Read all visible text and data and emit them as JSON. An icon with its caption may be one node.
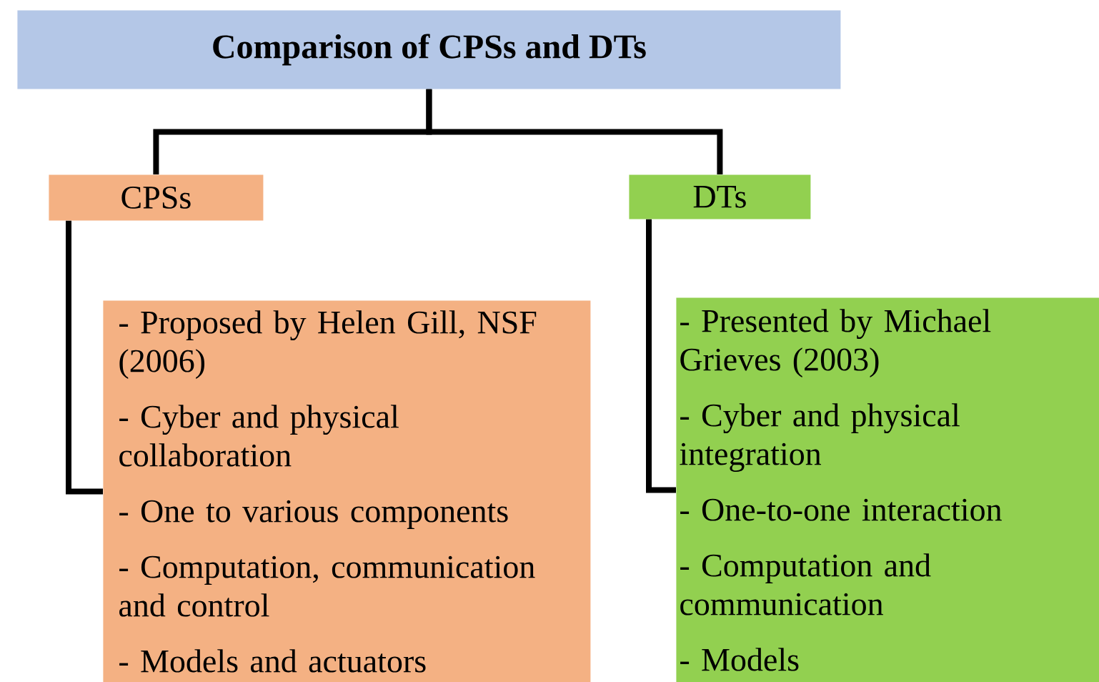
{
  "diagram": {
    "nodes": [
      {
        "text": [
          "Comparison of CPSs and DTs"
        ]
      },
      {
        "text": [
          "CPSs"
        ]
      },
      {
        "text": [
          "DTs"
        ]
      },
      {
        "text": [
          "- Proposed by Helen Gill, NSF (2006)",
          "- Cyber and physical collaboration",
          "- One to various components",
          "- Computation, communication and control",
          "- Models and actuators"
        ]
      },
      {
        "text": [
          "- Presented by Michael Grieves (2003)",
          "- Cyber and physical integration",
          "- One-to-one interaction",
          "- Computation and communication",
          "- Models"
        ]
      }
    ],
    "edges": [
      {
        "from": 0,
        "to": 1,
        "arrow": "none"
      },
      {
        "from": 0,
        "to": 2,
        "arrow": "none"
      },
      {
        "from": 1,
        "to": 3,
        "arrow": "none"
      },
      {
        "from": 2,
        "to": 4,
        "arrow": "none"
      }
    ]
  }
}
